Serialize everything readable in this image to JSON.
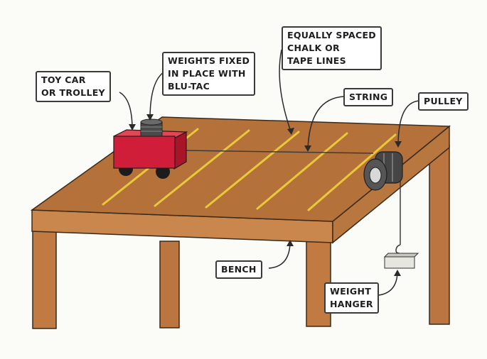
{
  "labels": {
    "toy_car": "TOY CAR\nOR TROLLEY",
    "weights_fixed": "WEIGHTS FIXED\nIN PLACE WITH\nBLU-TAC",
    "chalk_lines": "EQUALLY SPACED\nCHALK OR\nTAPE LINES",
    "string": "STRING",
    "pulley": "PULLEY",
    "bench": "BENCH",
    "weight_hanger": "WEIGHT\nHANGER"
  },
  "colors": {
    "table_top": "#b5713a",
    "table_edge": "#c9874d",
    "leg": "#c07a42",
    "car_body": "#d01e3a",
    "chalk_line": "#e8c93a",
    "pulley": "#454545",
    "string": "#3c3c3c",
    "outline": "#333333"
  }
}
